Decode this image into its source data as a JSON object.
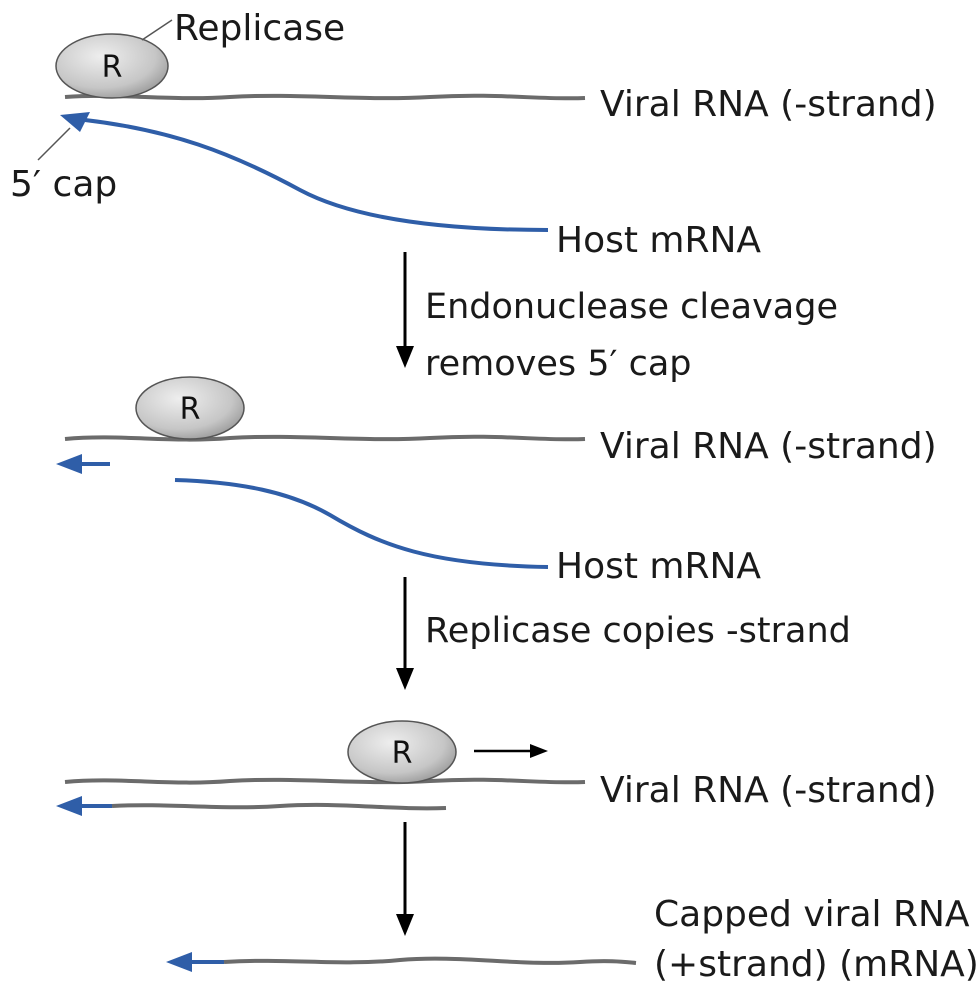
{
  "labels": {
    "replicase": "Replicase",
    "r": "R",
    "five_prime_cap": "5′ cap",
    "viral_rna_neg": "Viral RNA (-strand)",
    "host_mrna": "Host mRNA",
    "capped_line1": "Capped viral RNA",
    "capped_line2": "(+strand) (mRNA)"
  },
  "steps": {
    "step1_line1": "Endonuclease cleavage",
    "step1_line2": "removes 5′ cap",
    "step2": "Replicase copies -strand"
  },
  "colors": {
    "viral_strand": "#6b6b6b",
    "host_strand": "#2f5ea8",
    "arrow": "#000000",
    "replicase_fill": "#c8c8c8"
  }
}
